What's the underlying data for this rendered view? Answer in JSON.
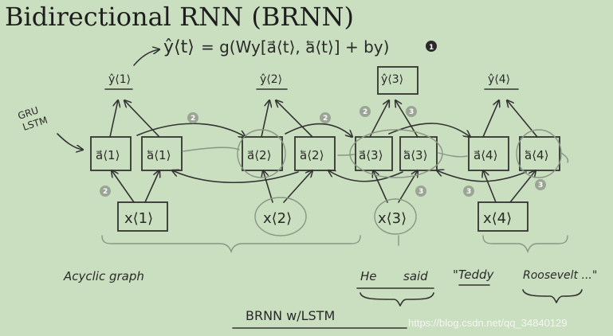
{
  "title": "Bidirectional RNN (BRNN)",
  "formula": {
    "lhs": "ŷ⟨t⟩",
    "rhs": "= g(Wy[a⃗⟨t⟩, a⃖⟨t⟩] + by)",
    "badge": "1"
  },
  "side_label": [
    "GRU",
    "LSTM"
  ],
  "outputs": [
    "ŷ⟨1⟩",
    "ŷ⟨2⟩",
    "ŷ⟨3⟩",
    "ŷ⟨4⟩"
  ],
  "forward_units": [
    "a⃗⟨1⟩",
    "a⃗⟨2⟩",
    "a⃗⟨3⟩",
    "a⃗⟨4⟩"
  ],
  "backward_units": [
    "a⃖⟨1⟩",
    "a⃖⟨2⟩",
    "a⃖⟨3⟩",
    "a⃖⟨4⟩"
  ],
  "inputs": [
    "x⟨1⟩",
    "x⟨2⟩",
    "x⟨3⟩",
    "x⟨4⟩"
  ],
  "badges": [
    "2",
    "2",
    "2",
    "2",
    "3",
    "3",
    "3",
    "3"
  ],
  "notes": {
    "acyclic": "Acyclic graph",
    "he": "He",
    "said": "said",
    "teddy": "\"Teddy",
    "roosevelt": "Roosevelt ...\"",
    "brnn": "BRNN w/LSTM"
  },
  "watermark": "https://blog.csdn.net/qq_34840129"
}
